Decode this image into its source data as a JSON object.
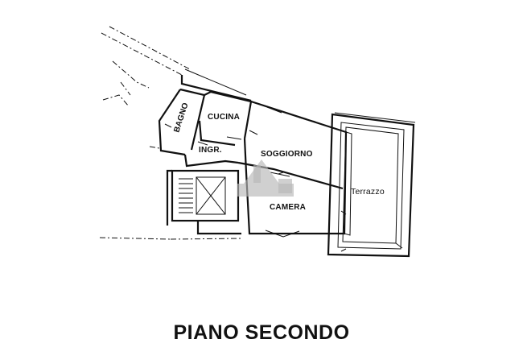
{
  "title": "PIANO SECONDO",
  "rooms": {
    "bagno": "BAGNO",
    "cucina": "CUCINA",
    "ingresso": "INGR.",
    "soggiorno": "SOGGIORNO",
    "camera": "CAMERA",
    "terrazzo": "Terrazzo"
  },
  "watermark_icon": "building-logo-watermark"
}
